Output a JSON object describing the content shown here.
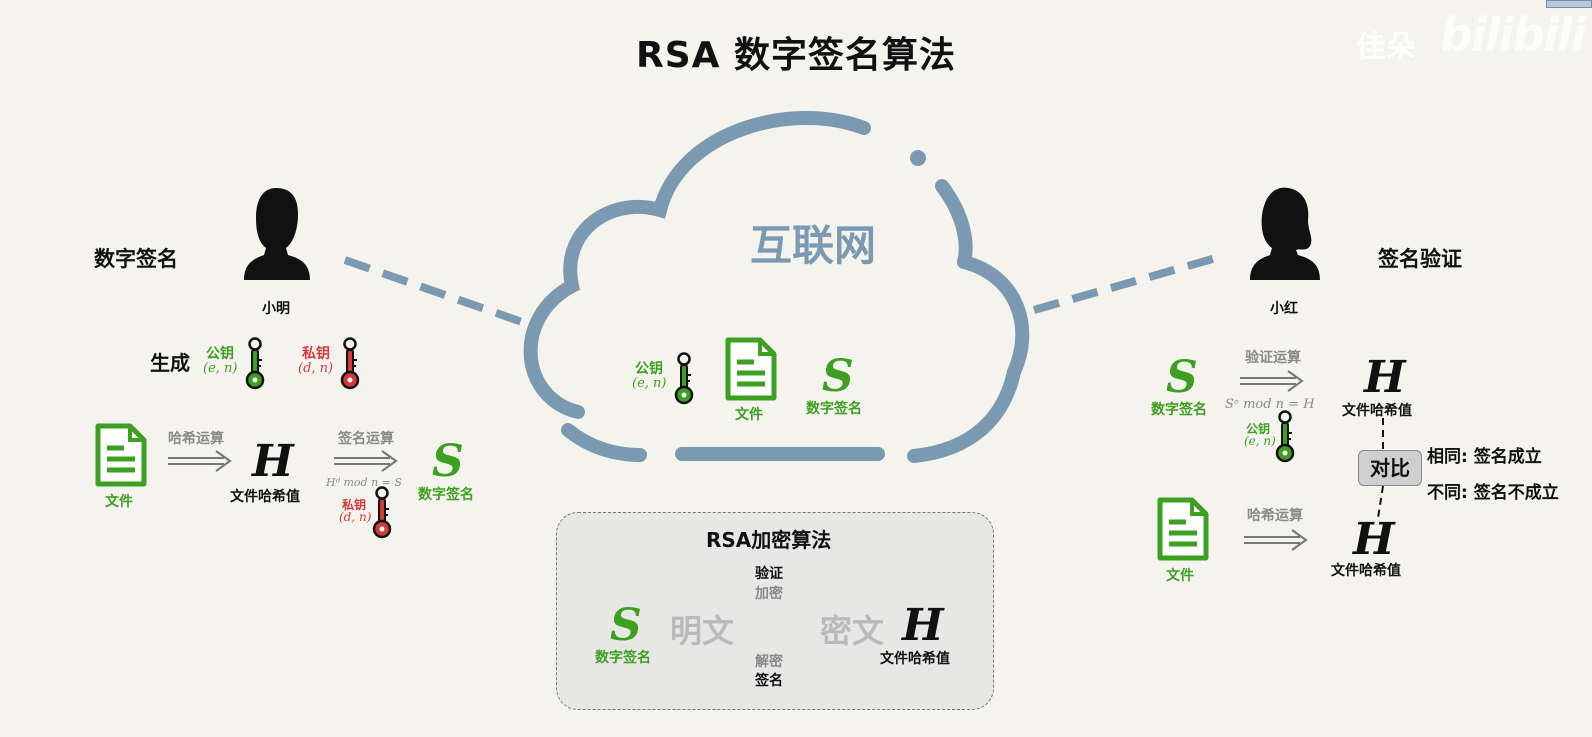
{
  "title": "RSA 数字签名算法",
  "watermark": {
    "author": "佳朵",
    "brand": "bilibili"
  },
  "internet": "互联网",
  "left": {
    "section_label": "数字签名",
    "person": "小明",
    "generate": "生成",
    "public_key": {
      "label": "公钥",
      "math": "(e, n)"
    },
    "private_key": {
      "label": "私钥",
      "math": "(d, n)"
    },
    "file_label": "文件",
    "hash_op": "哈希运算",
    "H": "H",
    "hash_label": "文件哈希值",
    "sign_op": "签名运算",
    "sign_formula": "Hᵈ mod n = S",
    "sign_key": {
      "label": "私钥",
      "math": "(d, n)"
    },
    "S": "S",
    "sig_label": "数字签名"
  },
  "cloud": {
    "public_key": {
      "label": "公钥",
      "math": "(e, n)"
    },
    "file_label": "文件",
    "S": "S",
    "sig_label": "数字签名"
  },
  "right": {
    "section_label": "签名验证",
    "person": "小红",
    "S": "S",
    "sig_label": "数字签名",
    "verify_op": "验证运算",
    "verify_formula": "Sᵉ mod n = H",
    "verify_key": {
      "label": "公钥",
      "math": "(e, n)"
    },
    "H": "H",
    "hash_label_top": "文件哈希值",
    "compare": "对比",
    "same": "相同: 签名成立",
    "diff": "不同: 签名不成立",
    "file_label": "文件",
    "hash_op": "哈希运算",
    "hash_label_bottom": "文件哈希值"
  },
  "rsa_box": {
    "title": "RSA加密算法",
    "S": "S",
    "sig_label": "数字签名",
    "plaintext": "明文",
    "ciphertext": "密文",
    "H": "H",
    "hash_label": "文件哈希值",
    "top_arrow_1": "验证",
    "top_arrow_2": "加密",
    "bottom_arrow_1": "解密",
    "bottom_arrow_2": "签名"
  },
  "colors": {
    "green": "#3da021",
    "red": "#d43a3a",
    "cloud": "#7b99b0"
  }
}
